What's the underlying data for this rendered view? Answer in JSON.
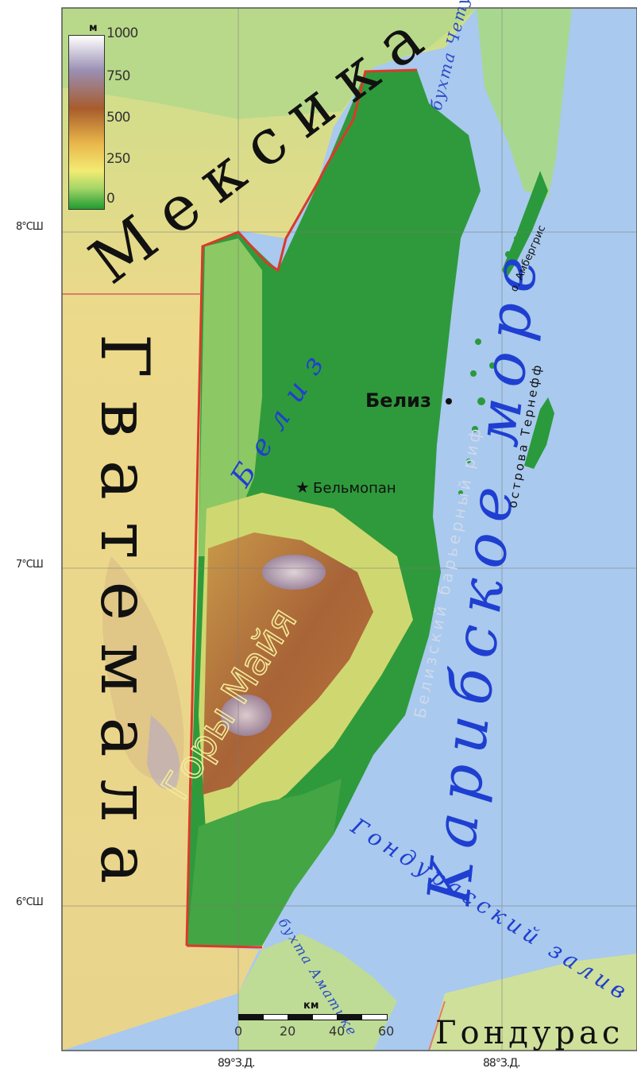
{
  "legend": {
    "unit": "м",
    "ticks": [
      "1000",
      "750",
      "500",
      "250",
      "0"
    ]
  },
  "graticule": {
    "lat": [
      "8°СШ",
      "7°СШ",
      "6°СШ"
    ],
    "lon": [
      "89°З.Д.",
      "88°З.Д."
    ]
  },
  "scale": {
    "unit": "км",
    "ticks": [
      "0",
      "20",
      "40",
      "60"
    ]
  },
  "places": {
    "mexico": "Мексика",
    "guatemala": "Гватемала",
    "honduras": "Гондурас",
    "belize_country": "Белиз",
    "belize_city": "Белиз",
    "belmopan": "Бельмопан",
    "maya_mountains": "Горы Майя",
    "caribbean_sea": "Карибское море",
    "honduras_gulf": "Гондурасский залив",
    "chetumal_bay": "бухта Четумаль",
    "amatique_bay": "бухта Аматике",
    "barrier_reef": "Белизский барьерный риф",
    "ambergris": "о. Амбергрис",
    "turneffe": "острова Тернефф"
  },
  "colors": {
    "sea": "#a9c9ee",
    "lowland": "#2d9a3a",
    "highland": "#a56638",
    "border": "#d93a2b",
    "water_label": "#1f3fd1"
  }
}
